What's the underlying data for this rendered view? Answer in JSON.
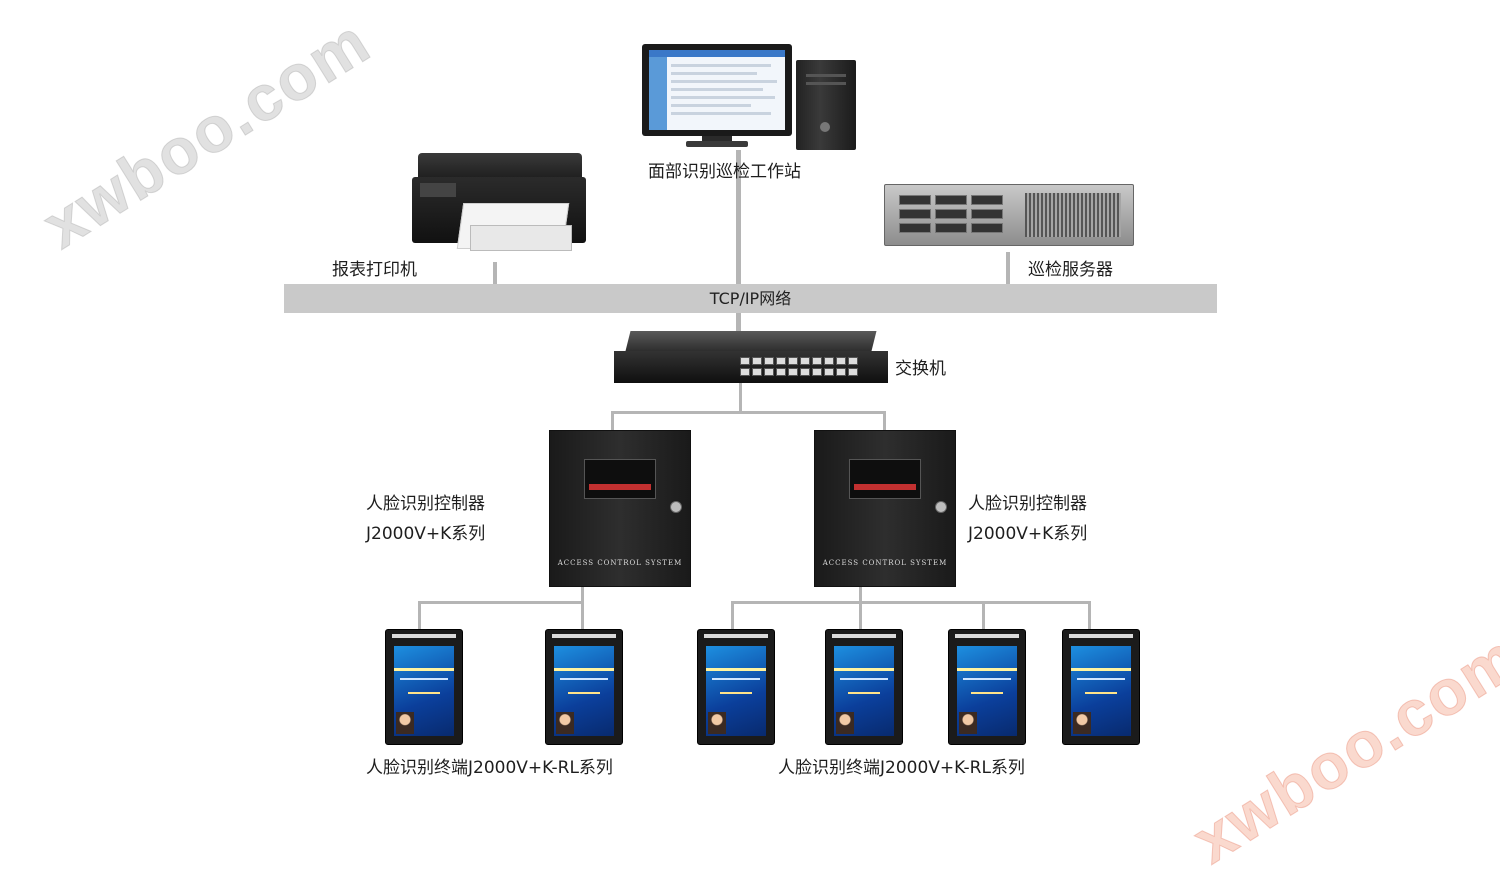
{
  "watermarks": [
    "xwboo.com",
    "xwboo.com"
  ],
  "network": {
    "label": "TCP/IP网络"
  },
  "nodes": {
    "workstation": "面部识别巡检工作站",
    "printer": "报表打印机",
    "server": "巡检服务器",
    "switch": "交换机",
    "controller_left": {
      "line1": "人脸识别控制器",
      "line2": "J2000V+K系列",
      "panel": "ACCESS CONTROL SYSTEM"
    },
    "controller_right": {
      "line1": "人脸识别控制器",
      "line2": "J2000V+K系列",
      "panel": "ACCESS CONTROL SYSTEM"
    },
    "terminals_left": "人脸识别终端J2000V+K-RL系列",
    "terminals_right": "人脸识别终端J2000V+K-RL系列"
  },
  "colors": {
    "line": "#b5b5b5",
    "bar": "#c9c9c9"
  }
}
